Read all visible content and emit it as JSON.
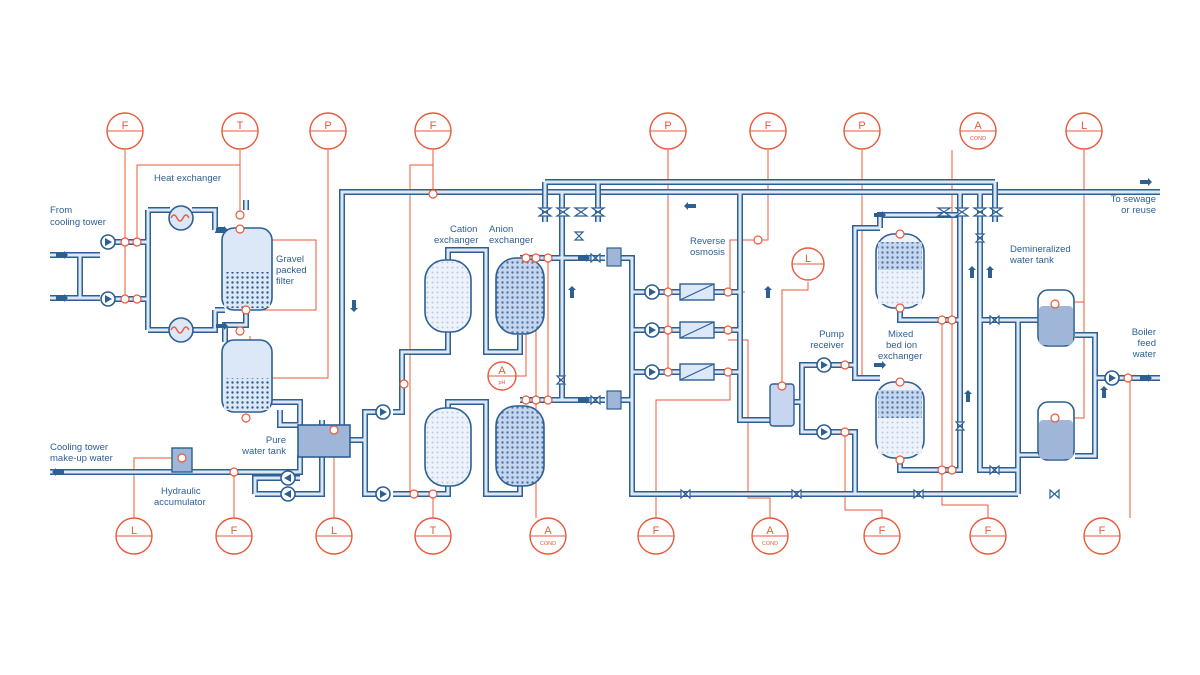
{
  "labels": {
    "from_cooling_tower": [
      "From",
      "cooling tower"
    ],
    "heat_exchanger": [
      "Heat exchanger"
    ],
    "gravel_filter": [
      "Gravel",
      "packed",
      "filter"
    ],
    "pure_water_tank": [
      "Pure",
      "water tank"
    ],
    "makeup_water": [
      "Cooling tower",
      "make-up water"
    ],
    "hydraulic_accumulator": [
      "Hydraulic",
      "accumulator"
    ],
    "cation_exchanger": [
      "Cation",
      "exchanger"
    ],
    "anion_exchanger": [
      "Anion",
      "exchanger"
    ],
    "reverse_osmosis": [
      "Reverse",
      "osmosis"
    ],
    "pump_receiver": [
      "Pump",
      "receiver"
    ],
    "mixed_bed": [
      "Mixed",
      "bed ion",
      "exchanger"
    ],
    "demin_tank": [
      "Demineralized",
      "water tank"
    ],
    "sewage": [
      "To sewage",
      "or reuse"
    ],
    "boiler_feed": [
      "Boiler",
      "feed",
      "water"
    ]
  },
  "instruments": {
    "top": [
      {
        "letter": "F",
        "sub": ""
      },
      {
        "letter": "T",
        "sub": ""
      },
      {
        "letter": "P",
        "sub": ""
      },
      {
        "letter": "F",
        "sub": ""
      },
      {
        "letter": "P",
        "sub": ""
      },
      {
        "letter": "F",
        "sub": ""
      },
      {
        "letter": "P",
        "sub": ""
      },
      {
        "letter": "A",
        "sub": "COND"
      },
      {
        "letter": "L",
        "sub": ""
      }
    ],
    "bottom": [
      {
        "letter": "L",
        "sub": ""
      },
      {
        "letter": "F",
        "sub": ""
      },
      {
        "letter": "L",
        "sub": ""
      },
      {
        "letter": "T",
        "sub": ""
      },
      {
        "letter": "A",
        "sub": "COND"
      },
      {
        "letter": "F",
        "sub": ""
      },
      {
        "letter": "A",
        "sub": "COND"
      },
      {
        "letter": "F",
        "sub": ""
      },
      {
        "letter": "F",
        "sub": ""
      },
      {
        "letter": "F",
        "sub": ""
      }
    ],
    "mid": [
      {
        "letter": "A",
        "sub": "pH"
      },
      {
        "letter": "L",
        "sub": ""
      }
    ]
  },
  "colors": {
    "pipe": "#2d5f93",
    "pipe_fill": "#dce8f7",
    "signal": "#e8593a",
    "vessel_fill": "#dce8f7",
    "vessel_dense": "#9fb6d8"
  },
  "icons": [
    "pump-icon",
    "valve-icon",
    "check-valve-icon",
    "heat-exchanger-icon",
    "flow-arrow-icon"
  ]
}
